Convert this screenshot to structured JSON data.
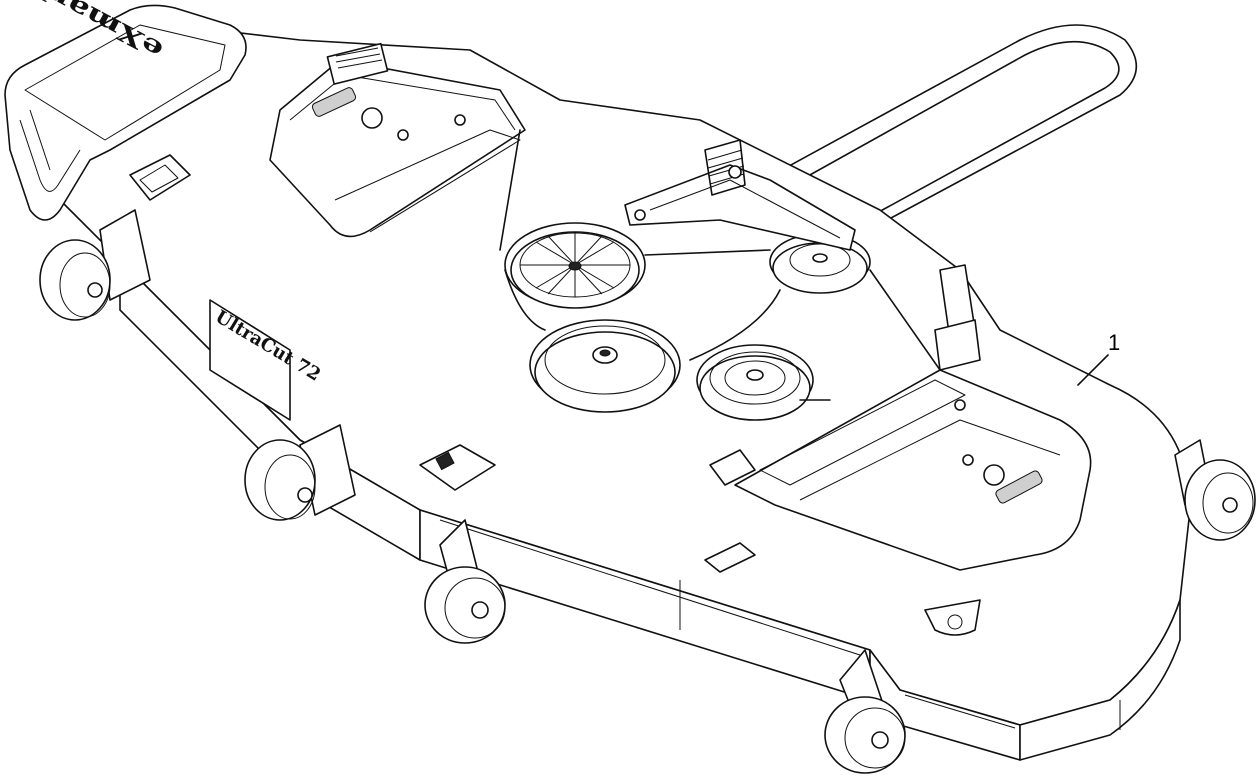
{
  "diagram": {
    "callout_number": "1",
    "brand_logo_text": "eXmark",
    "model_badge_text": "UltraCut 72",
    "colors": {
      "line": "#111111",
      "background": "#ffffff",
      "fill": "#ffffff"
    }
  }
}
